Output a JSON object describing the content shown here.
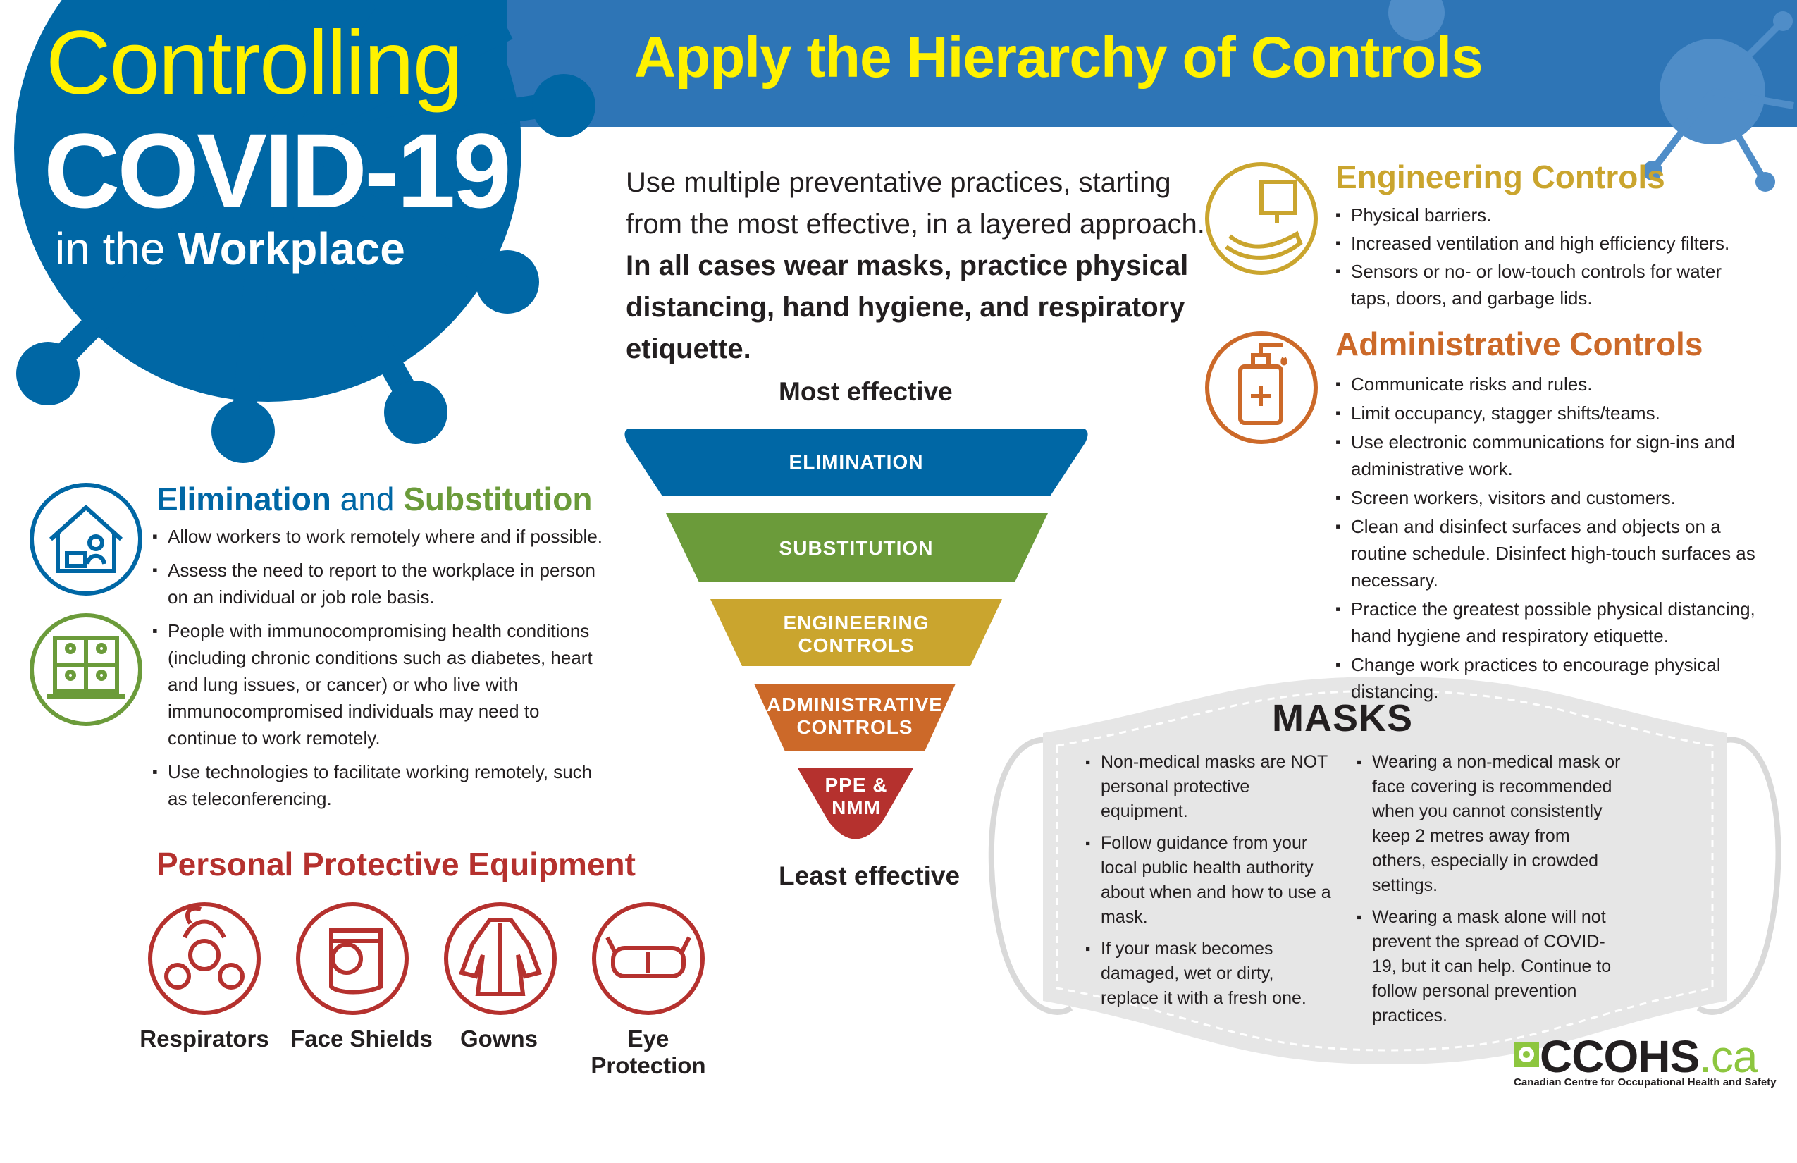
{
  "colors": {
    "blue": "#0067a5",
    "yellow": "#fff200",
    "green": "#6b9b3a",
    "gold": "#caa52e",
    "orange": "#cc6929",
    "red": "#b5312e"
  },
  "header": {
    "title_line1": "Controlling",
    "title_line2": "COVID-19",
    "title_line3_prefix": "in the ",
    "title_line3_bold": "Workplace",
    "banner_title": "Apply the Hierarchy of Controls"
  },
  "intro": {
    "plain": "Use multiple preventative practices, starting from the most effective, in a layered approach. ",
    "bold": "In all cases wear masks, practice physical distancing, hand hygiene, and respiratory etiquette."
  },
  "hierarchy": {
    "top_label": "Most effective",
    "bottom_label": "Least effective",
    "levels": [
      {
        "line1": "ELIMINATION",
        "line2": ""
      },
      {
        "line1": "SUBSTITUTION",
        "line2": ""
      },
      {
        "line1": "ENGINEERING",
        "line2": "CONTROLS"
      },
      {
        "line1": "ADMINISTRATIVE",
        "line2": "CONTROLS"
      },
      {
        "line1": "PPE &",
        "line2": "NMM"
      }
    ]
  },
  "elimination": {
    "title_a": "Elimination",
    "title_and": " and ",
    "title_b": "Substitution",
    "items": [
      "Allow workers to work remotely where and if possible.",
      "Assess the need to report to the workplace in person on an individual or job role basis.",
      "People with immunocompromising health conditions (including chronic conditions such as diabetes, heart and lung issues, or cancer) or who live with immunocompromised individuals may need to continue to work remotely.",
      "Use technologies to facilitate working remotely, such as teleconferencing."
    ],
    "icons": [
      "house-worker-icon",
      "video-conference-icon"
    ]
  },
  "ppe": {
    "title": "Personal Protective Equipment",
    "items": [
      {
        "label": "Respirators",
        "icon": "respirator-icon"
      },
      {
        "label": "Face Shields",
        "icon": "face-shield-icon"
      },
      {
        "label": "Gowns",
        "icon": "gown-icon"
      },
      {
        "label": "Eye Protection",
        "icon": "goggles-icon"
      }
    ]
  },
  "engineering": {
    "title": "Engineering Controls",
    "icon": "touchless-tap-icon",
    "items": [
      "Physical barriers.",
      "Increased ventilation and high efficiency filters.",
      "Sensors or no- or low-touch controls for water taps, doors, and garbage lids."
    ]
  },
  "administrative": {
    "title": "Administrative Controls",
    "icon": "sanitizer-bottle-icon",
    "items": [
      "Communicate risks and rules.",
      "Limit occupancy, stagger shifts/teams.",
      "Use electronic communications for sign-ins and administrative work.",
      "Screen workers, visitors and customers.",
      "Clean and disinfect surfaces and objects on a routine schedule. Disinfect high-touch surfaces as necessary.",
      "Practice the greatest possible physical distancing, hand hygiene and respiratory etiquette.",
      "Change work practices to encourage physical distancing."
    ]
  },
  "masks": {
    "title": "MASKS",
    "left_items": [
      "Non-medical masks are NOT personal protective equipment.",
      "Follow guidance from your local public health authority about when and how to use a mask.",
      "If your mask becomes damaged, wet or dirty, replace it with a fresh one."
    ],
    "right_items": [
      "Wearing a non-medical mask or face covering is recommended when you cannot consistently keep 2 metres away from others, especially in crowded settings.",
      "Wearing a mask alone will not prevent the spread of COVID-19, but it can help. Continue to follow personal prevention practices."
    ]
  },
  "logo": {
    "main": "CCOHS",
    "suffix": ".ca",
    "subtitle": "Canadian Centre for Occupational Health and Safety"
  }
}
